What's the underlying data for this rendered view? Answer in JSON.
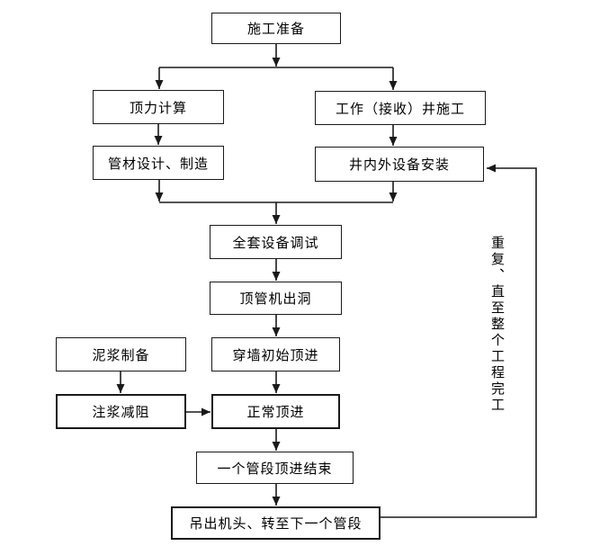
{
  "diagram": {
    "nodes": {
      "prep": {
        "label": "施工准备"
      },
      "force": {
        "label": "顶力计算"
      },
      "design": {
        "label": "管材设计、制造"
      },
      "shaft": {
        "label": "工作（接收）井施工"
      },
      "install": {
        "label": "井内外设备安装"
      },
      "debug": {
        "label": "全套设备调试"
      },
      "exit": {
        "label": "顶管机出洞"
      },
      "mud": {
        "label": "泥浆制备"
      },
      "grout": {
        "label": "注浆减阻"
      },
      "initial": {
        "label": "穿墙初始顶进"
      },
      "normal": {
        "label": "正常顶进"
      },
      "section_end": {
        "label": "一个管段顶进结束"
      },
      "liftout": {
        "label": "吊出机头、转至下一个管段"
      }
    },
    "loop_label": "重复、直至整个工程完工",
    "colors": {
      "background": "#ffffff",
      "box_fill": "#ffffff",
      "box_border": "#1a1a1a",
      "line": "#1a1a1a",
      "text": "#000000"
    }
  }
}
